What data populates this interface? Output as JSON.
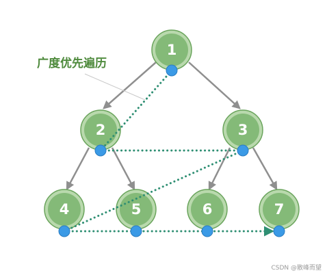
{
  "title": "广度优先遍历",
  "watermark": "CSDN @散峰而望",
  "nodes": [
    {
      "id": "n1",
      "label": "1"
    },
    {
      "id": "n2",
      "label": "2"
    },
    {
      "id": "n3",
      "label": "3"
    },
    {
      "id": "n4",
      "label": "4"
    },
    {
      "id": "n5",
      "label": "5"
    },
    {
      "id": "n6",
      "label": "6"
    },
    {
      "id": "n7",
      "label": "7"
    }
  ],
  "colors": {
    "node_fill": "#84ba78",
    "node_ring": "#b9d9ad",
    "node_ring_stroke": "#6aa45c",
    "edge": "#8f8f8f",
    "traversal": "#2f8f73",
    "marker": "#3b9ae6",
    "title": "#4e8a3c"
  }
}
